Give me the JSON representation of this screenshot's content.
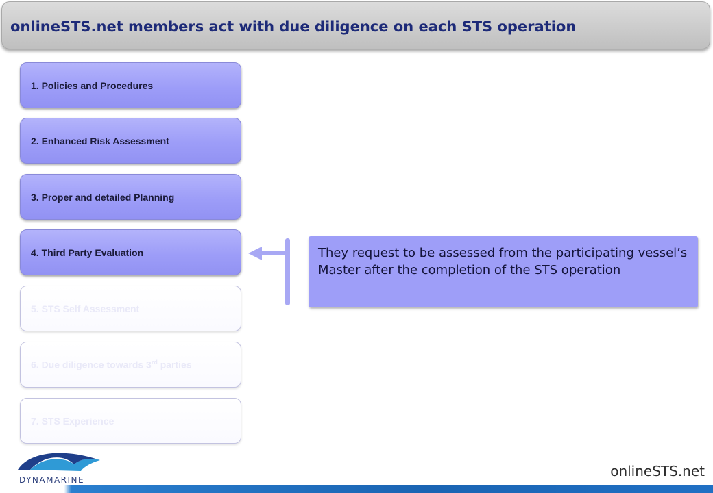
{
  "title": "onlineSTS.net members act with due diligence on each STS operation",
  "steps": [
    {
      "label": "1. Policies and Procedures",
      "state": "active"
    },
    {
      "label": "2. Enhanced Risk Assessment",
      "state": "active"
    },
    {
      "label": "3. Proper and detailed Planning",
      "state": "active"
    },
    {
      "label": "4. Third Party Evaluation",
      "state": "active"
    },
    {
      "label": "5. STS Self Assessment",
      "state": "faded"
    },
    {
      "label_prefix": "6. Due diligence towards 3",
      "label_sup": "rd",
      "label_suffix": " parties",
      "state": "faded"
    },
    {
      "label": "7. STS Experience",
      "state": "faded"
    }
  ],
  "callout": {
    "text": "They request to be assessed from the participating vessel’s Master after the completion of the STS operation"
  },
  "logos": {
    "left": "DYNAMARINE",
    "right": "onlineSTS.net"
  },
  "colors": {
    "title_text": "#1d2a78",
    "active_step": "#9d9df8",
    "callout_bg": "#9e9ef8",
    "connector": "#a8a8f4",
    "footer_bar": "#1a64b3"
  }
}
